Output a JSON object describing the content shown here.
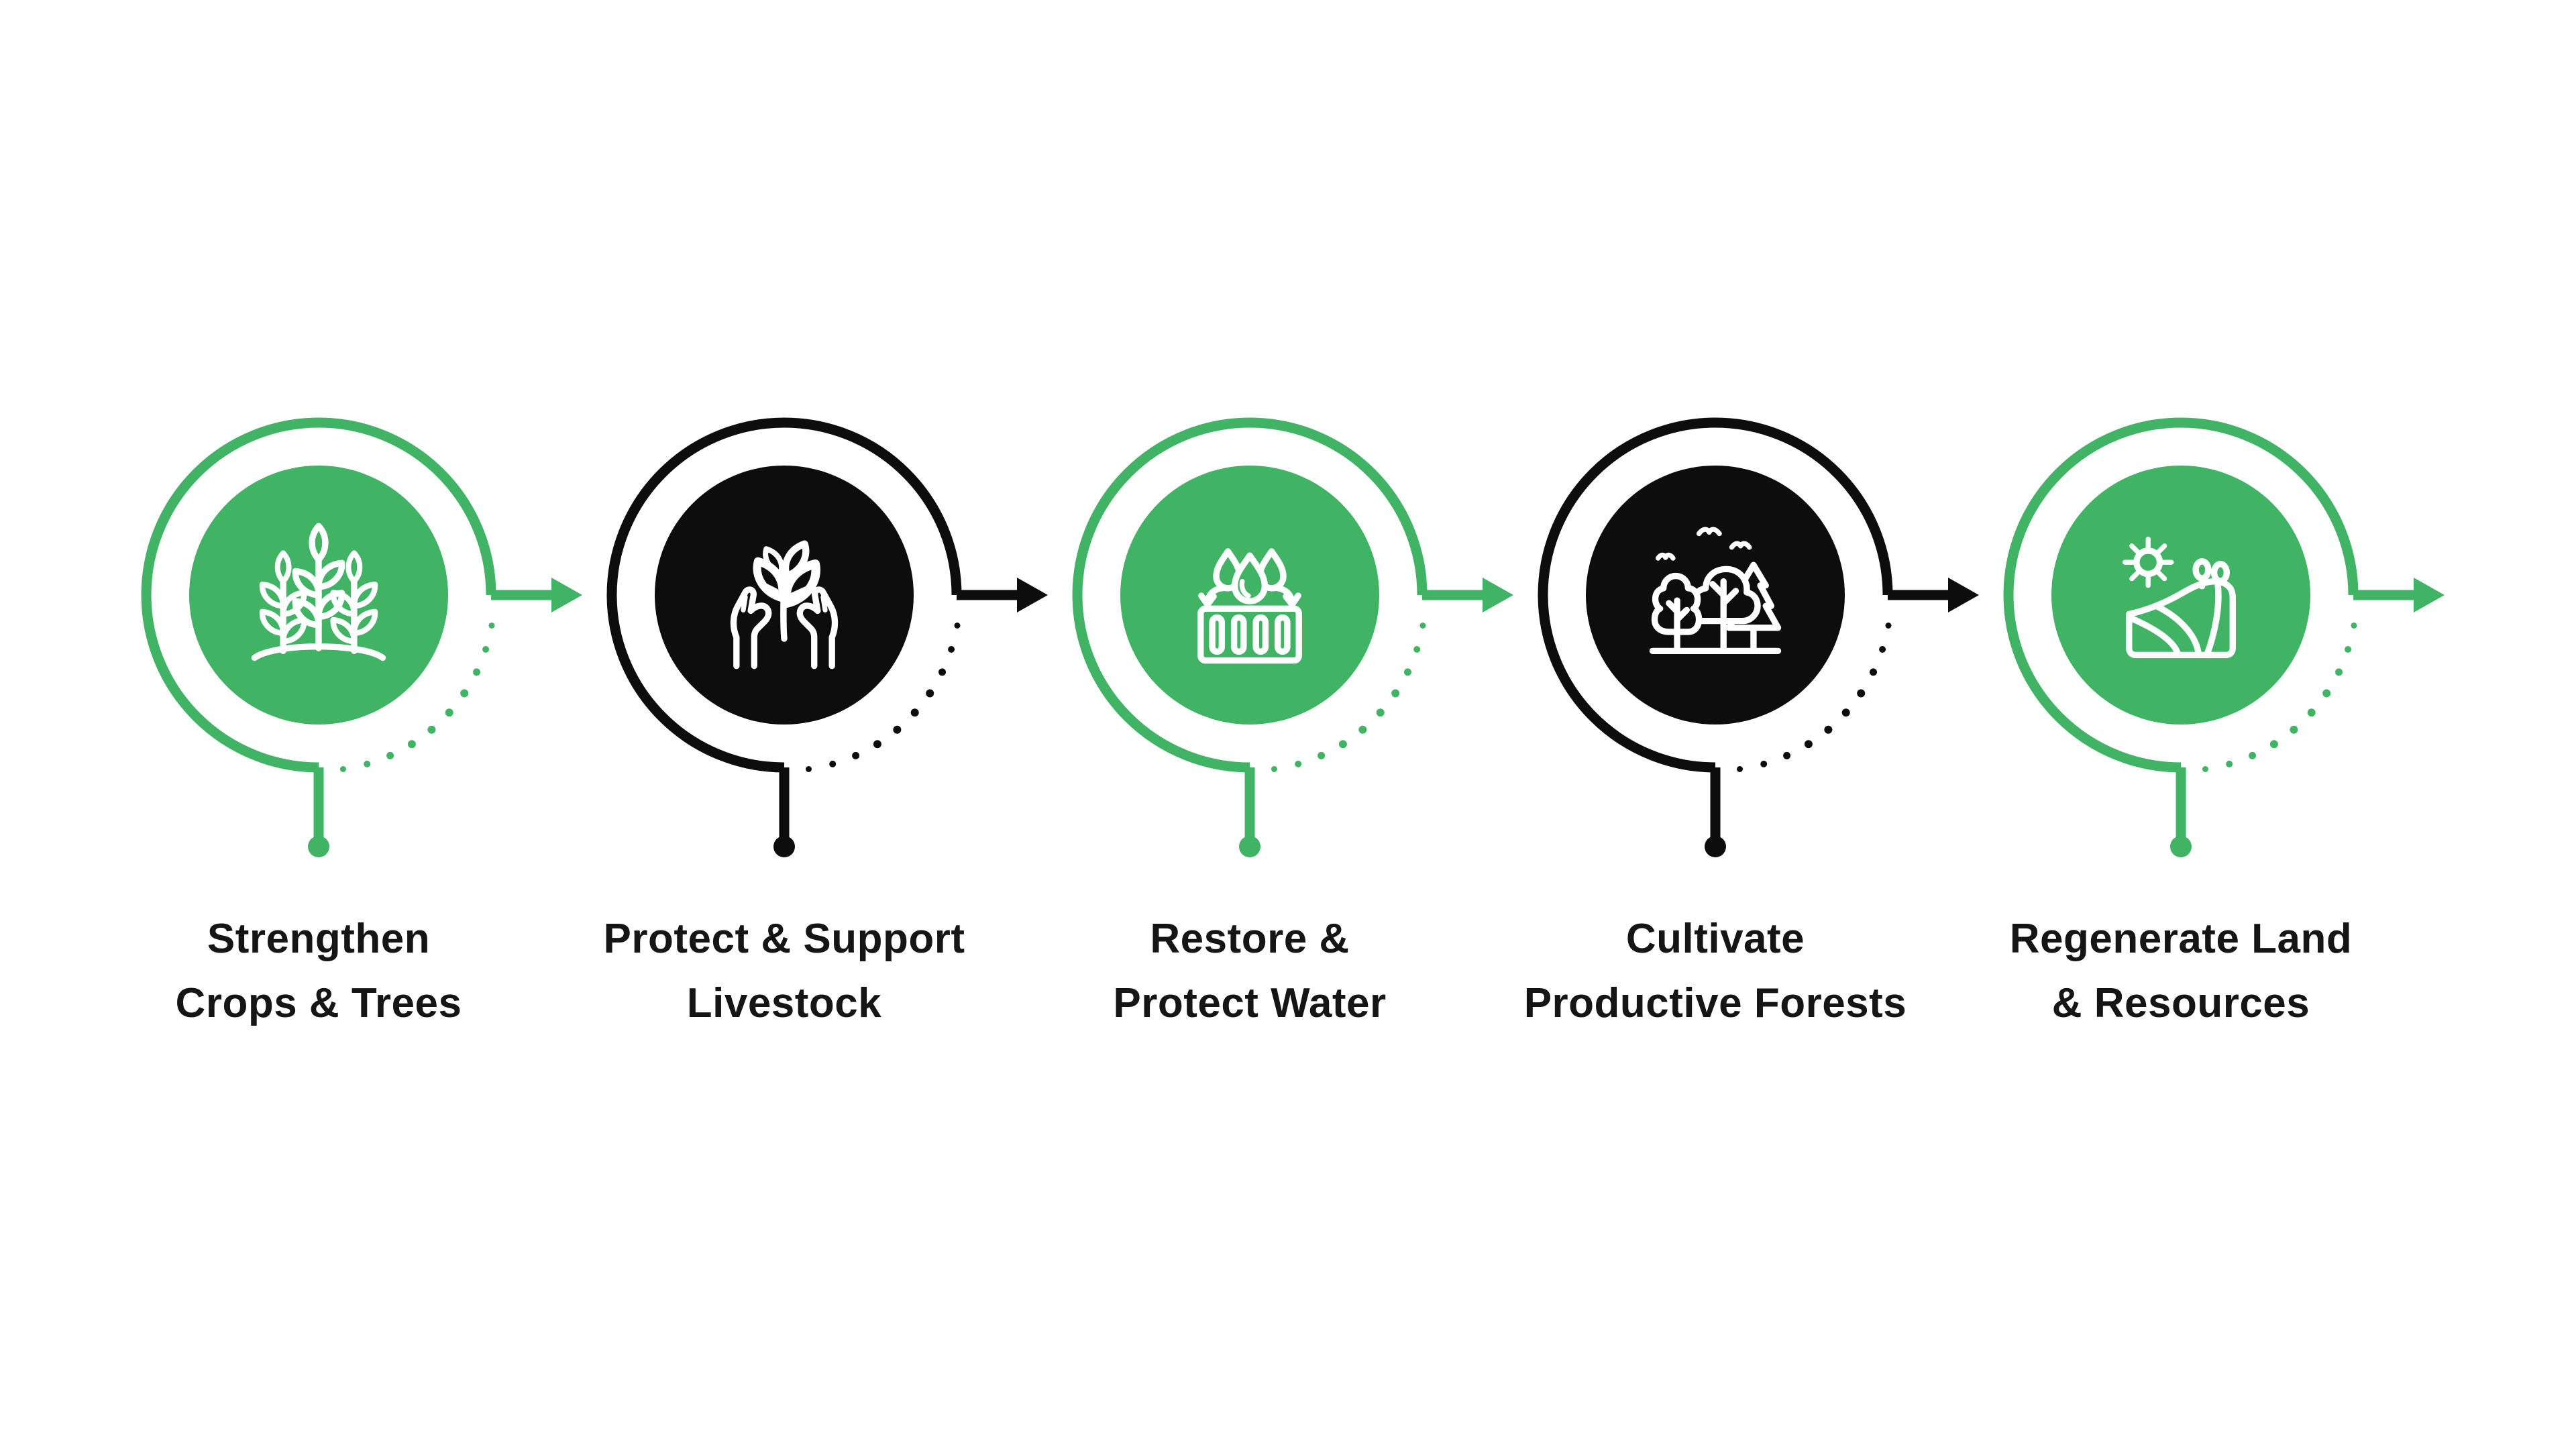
{
  "colors": {
    "green": "#41B364",
    "ink": "#0D0D0D",
    "text": "#151515",
    "icon_stroke": "#FFFFFF",
    "background": "#FFFFFF"
  },
  "steps": [
    {
      "theme": "green",
      "icon": "crops-trees-icon",
      "line1": "Strengthen",
      "line2": "Crops & Trees"
    },
    {
      "theme": "black",
      "icon": "hands-plant-icon",
      "line1": "Protect & Support",
      "line2": "Livestock"
    },
    {
      "theme": "green",
      "icon": "water-capture-icon",
      "line1": "Restore &",
      "line2": "Protect Water"
    },
    {
      "theme": "black",
      "icon": "forest-icon",
      "line1": "Cultivate",
      "line2": "Productive Forests"
    },
    {
      "theme": "green",
      "icon": "field-landscape-icon",
      "line1": "Regenerate Land",
      "line2": "& Resources"
    }
  ]
}
